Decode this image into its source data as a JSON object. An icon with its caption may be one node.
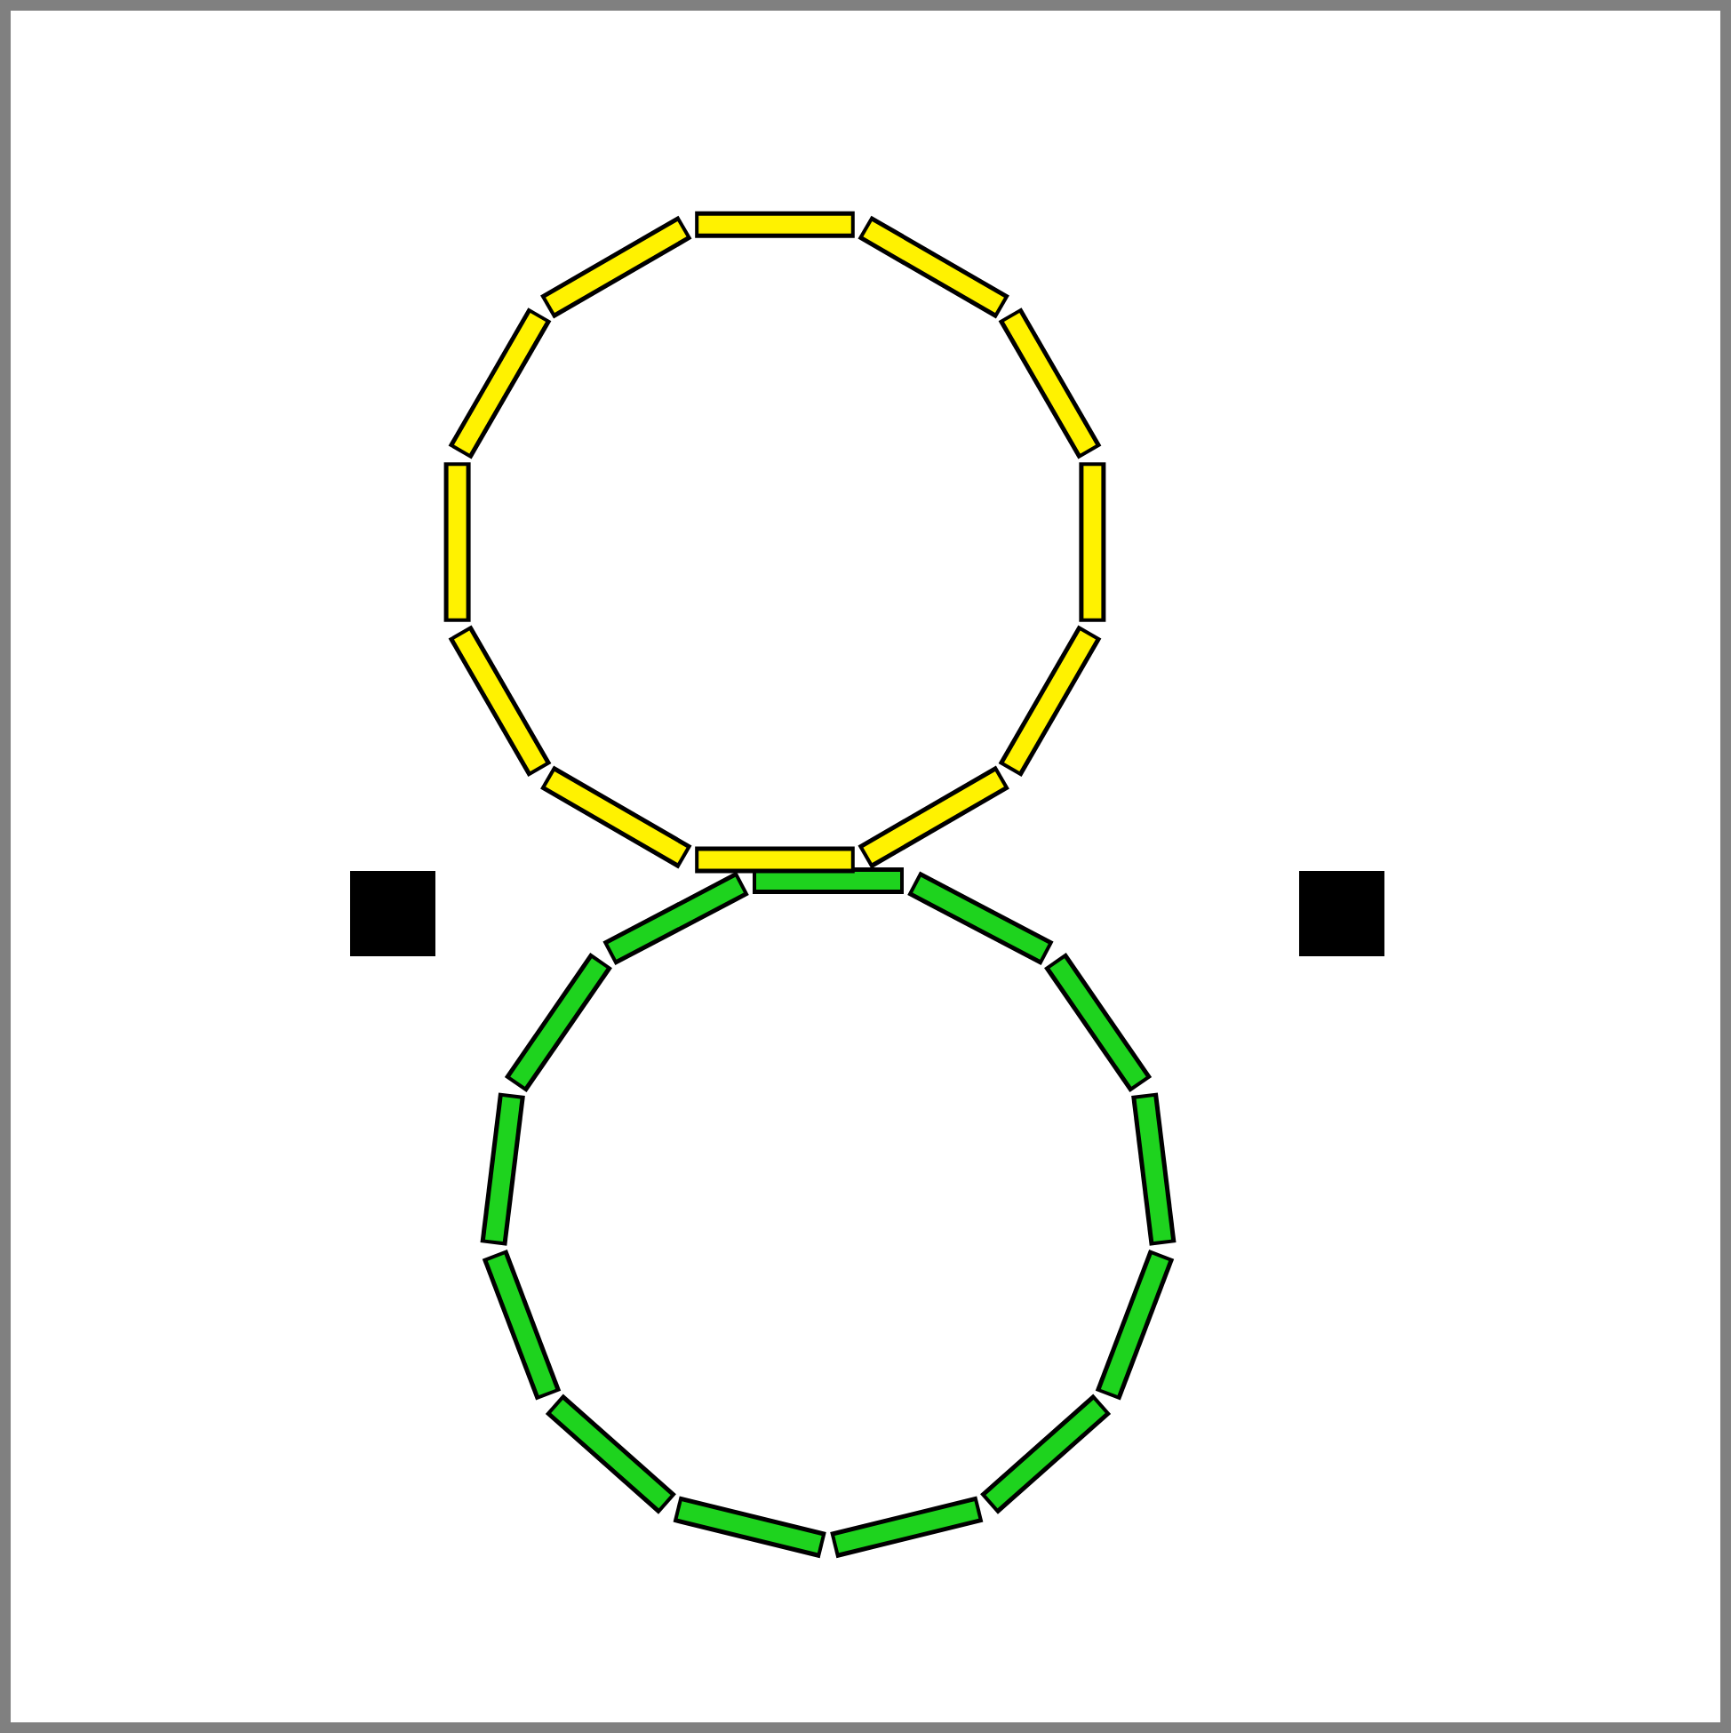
{
  "diagram": {
    "nodes": [
      {
        "text": [],
        "shape": "circle"
      },
      {
        "text": [],
        "shape": "box"
      },
      {
        "text": [],
        "shape": "box"
      },
      {
        "text": [],
        "shape": "circle"
      }
    ]
  }
}
